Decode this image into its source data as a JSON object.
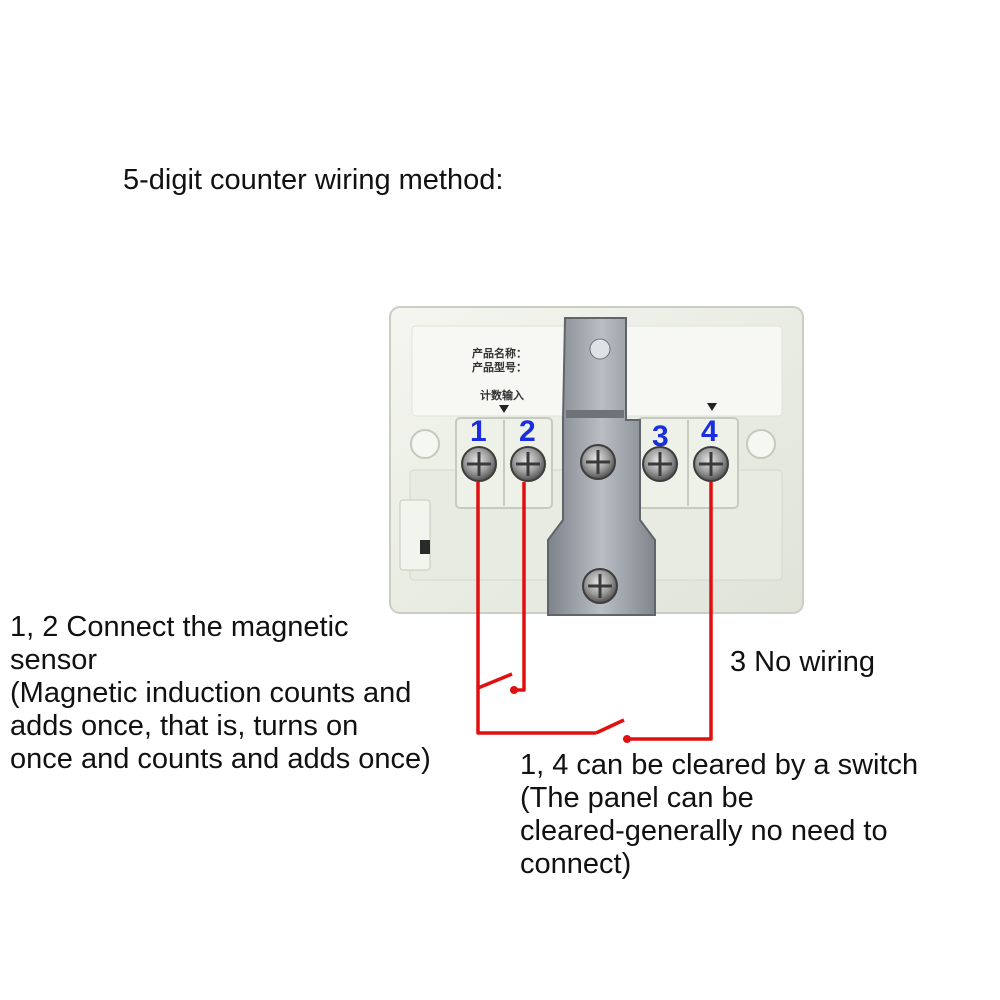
{
  "title": "5-digit counter wiring method:",
  "device": {
    "label_name": "产品名称：",
    "label_model": "产品型号：",
    "label_input": "计数输入",
    "terminals": [
      "1",
      "2",
      "3",
      "4"
    ]
  },
  "notes": {
    "sensor": [
      "1, 2 Connect the magnetic",
      "sensor",
      "(Magnetic induction counts and",
      "adds once, that is, turns on",
      "once and counts and adds once)"
    ],
    "no_wiring": "3 No wiring",
    "switch": [
      "1, 4 can be cleared by a switch",
      "(The panel can be",
      "cleared-generally no need to",
      "connect)"
    ]
  },
  "colors": {
    "wire": "#e01010",
    "terminal_number": "#1a2ee0",
    "housing": "#ecefe6",
    "bracket": "#9aa0a6"
  }
}
